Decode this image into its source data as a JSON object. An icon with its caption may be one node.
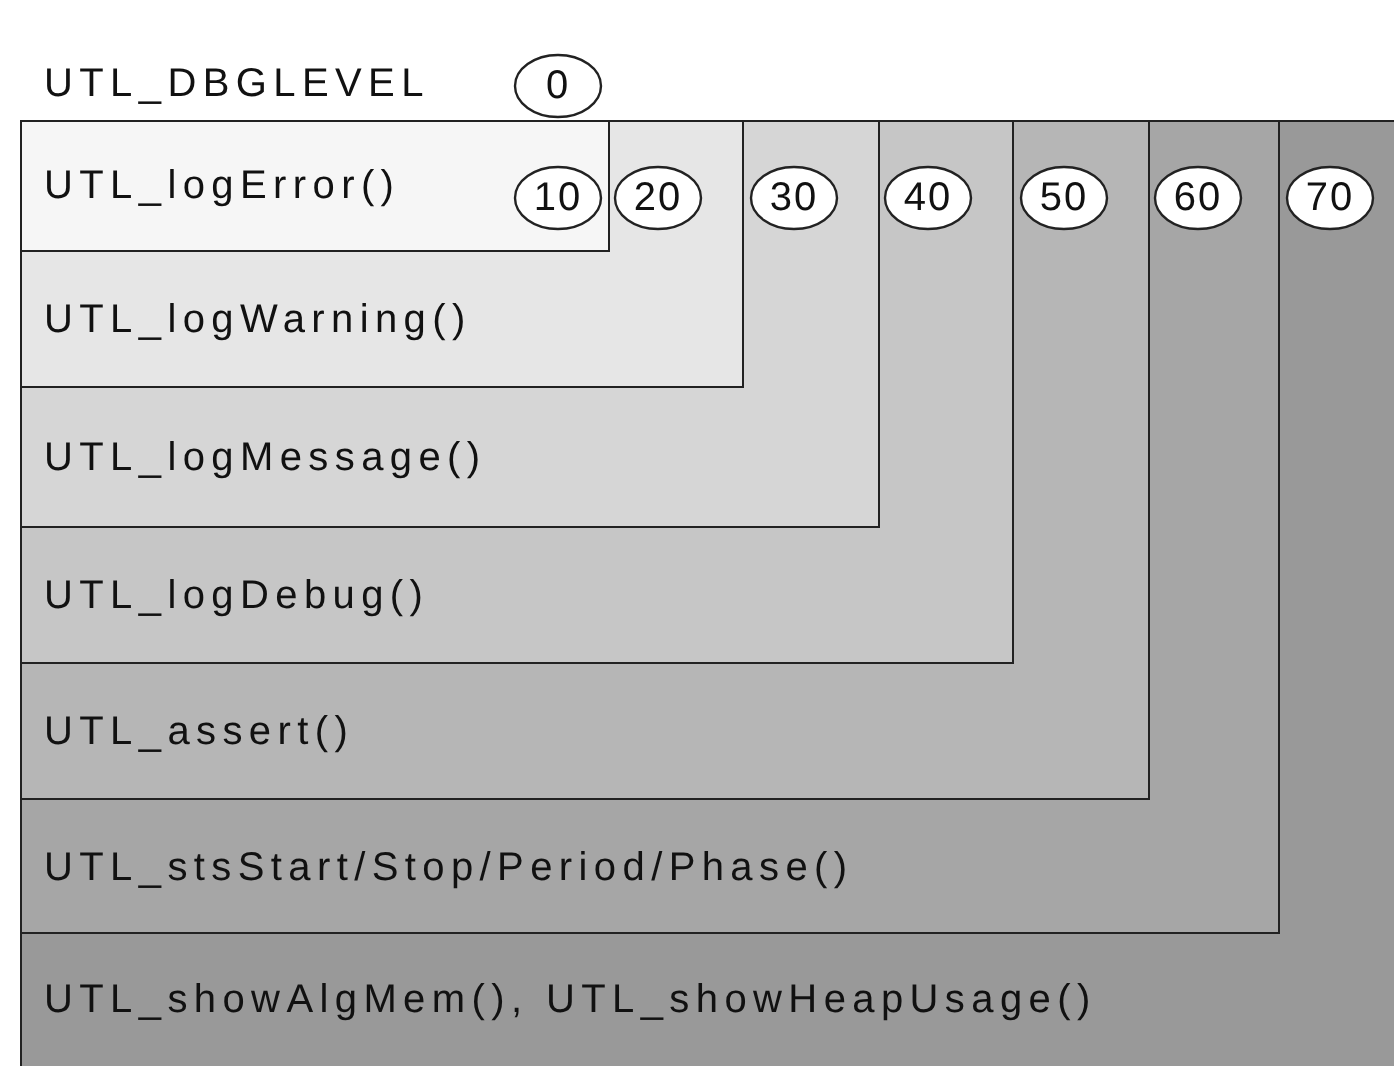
{
  "diagram": {
    "nodes": [
      {
        "text": [
          "UTL_showAlgMem(), UTL_showHeapUsage()"
        ]
      },
      {
        "text": [
          "UTL_stsStart/Stop/Period/Phase()"
        ],
        "in": 0
      },
      {
        "text": [
          "UTL_assert()"
        ],
        "in": 1
      },
      {
        "text": [
          "UTL_logDebug()"
        ],
        "in": 2
      },
      {
        "text": [
          "UTL_logMessage()"
        ],
        "in": 3
      },
      {
        "text": [
          "UTL_logWarning()"
        ],
        "in": 4
      },
      {
        "text": [
          "UTL_logError()"
        ],
        "in": 5
      },
      {
        "text": [
          "0"
        ]
      },
      {
        "text": [
          "10"
        ],
        "in": 6
      },
      {
        "text": [
          "20"
        ],
        "in": 5
      },
      {
        "text": [
          "30"
        ],
        "in": 4
      },
      {
        "text": [
          "40"
        ],
        "in": 3
      },
      {
        "text": [
          "50"
        ],
        "in": 2
      },
      {
        "text": [
          "60"
        ],
        "in": 1
      },
      {
        "text": [
          "70"
        ],
        "in": 0
      }
    ],
    "labels": [
      "UTL_DBGLEVEL"
    ]
  }
}
